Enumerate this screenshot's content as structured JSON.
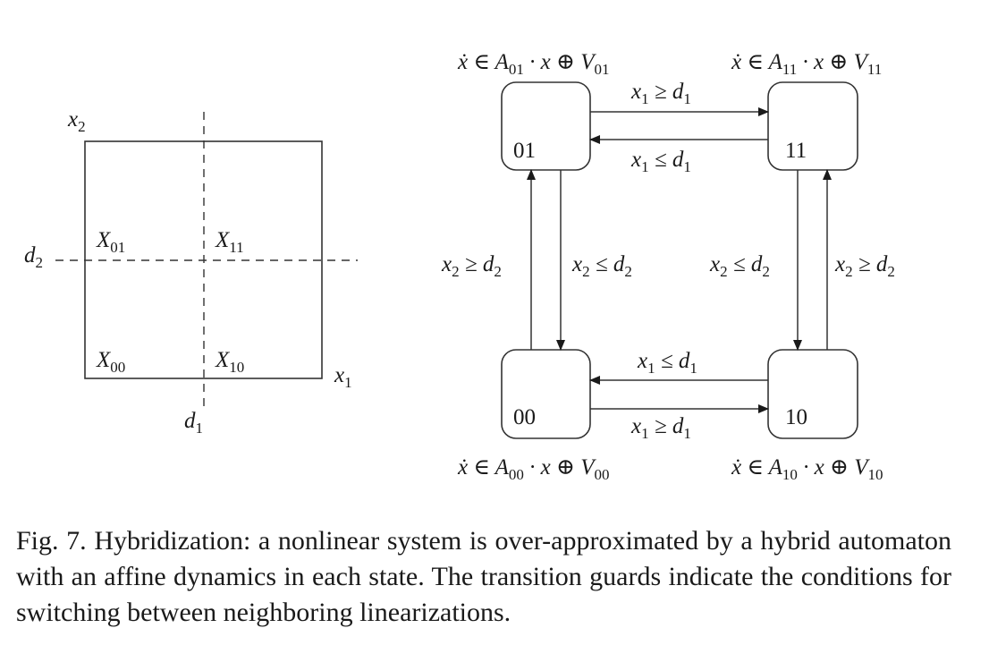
{
  "partition": {
    "axis_x": "x1",
    "axis_y": "x2",
    "threshold_x": "d1",
    "threshold_y": "d2",
    "regions": [
      {
        "id": "01",
        "label": "X01"
      },
      {
        "id": "11",
        "label": "X11"
      },
      {
        "id": "00",
        "label": "X00"
      },
      {
        "id": "10",
        "label": "X10"
      }
    ]
  },
  "automaton": {
    "states": [
      {
        "id": "01",
        "label": "01",
        "dynamics": "ẋ ∈ A01 · x ⊕ V01"
      },
      {
        "id": "11",
        "label": "11",
        "dynamics": "ẋ ∈ A11 · x ⊕ V11"
      },
      {
        "id": "00",
        "label": "00",
        "dynamics": "ẋ ∈ A00 · x ⊕ V00"
      },
      {
        "id": "10",
        "label": "10",
        "dynamics": "ẋ ∈ A10 · x ⊕ V10"
      }
    ],
    "transitions": [
      {
        "from": "01",
        "to": "11",
        "guard": "x1 ≥ d1"
      },
      {
        "from": "11",
        "to": "01",
        "guard": "x1 ≤ d1"
      },
      {
        "from": "00",
        "to": "01",
        "guard": "x2 ≥ d2"
      },
      {
        "from": "01",
        "to": "00",
        "guard": "x2 ≤ d2"
      },
      {
        "from": "11",
        "to": "10",
        "guard": "x2 ≤ d2"
      },
      {
        "from": "10",
        "to": "11",
        "guard": "x2 ≥ d2"
      },
      {
        "from": "10",
        "to": "00",
        "guard": "x1 ≤ d1"
      },
      {
        "from": "00",
        "to": "10",
        "guard": "x1 ≥ d1"
      }
    ]
  },
  "caption": {
    "text": "Fig. 7.   Hybridization: a nonlinear system is over-approximated by a hybrid automaton with an affine dynamics in each state. The transition guards indicate the conditions for switching between neighboring linearizations."
  }
}
